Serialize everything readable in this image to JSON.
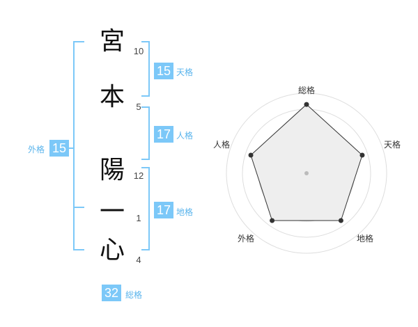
{
  "name": {
    "chars": [
      {
        "char": "宮",
        "strokes": "10"
      },
      {
        "char": "本",
        "strokes": "5"
      },
      {
        "char": "陽",
        "strokes": "12"
      },
      {
        "char": "一",
        "strokes": "1"
      },
      {
        "char": "心",
        "strokes": "4"
      }
    ]
  },
  "fortune": {
    "tenkaku": {
      "value": "15",
      "label": "天格"
    },
    "jinkaku": {
      "value": "17",
      "label": "人格"
    },
    "chikaku": {
      "value": "17",
      "label": "地格"
    },
    "gaikaku": {
      "value": "15",
      "label": "外格"
    },
    "soukaku": {
      "value": "32",
      "label": "総格"
    }
  },
  "colors": {
    "accent": "#7cc8f8",
    "label": "#5ab4ec",
    "polygon_fill": "#eeeeee"
  },
  "chart_data": {
    "type": "radar",
    "axes": [
      "総格",
      "天格",
      "地格",
      "外格",
      "人格"
    ],
    "values": [
      1.0,
      0.85,
      0.85,
      0.85,
      0.85
    ],
    "range": [
      0,
      1
    ]
  }
}
